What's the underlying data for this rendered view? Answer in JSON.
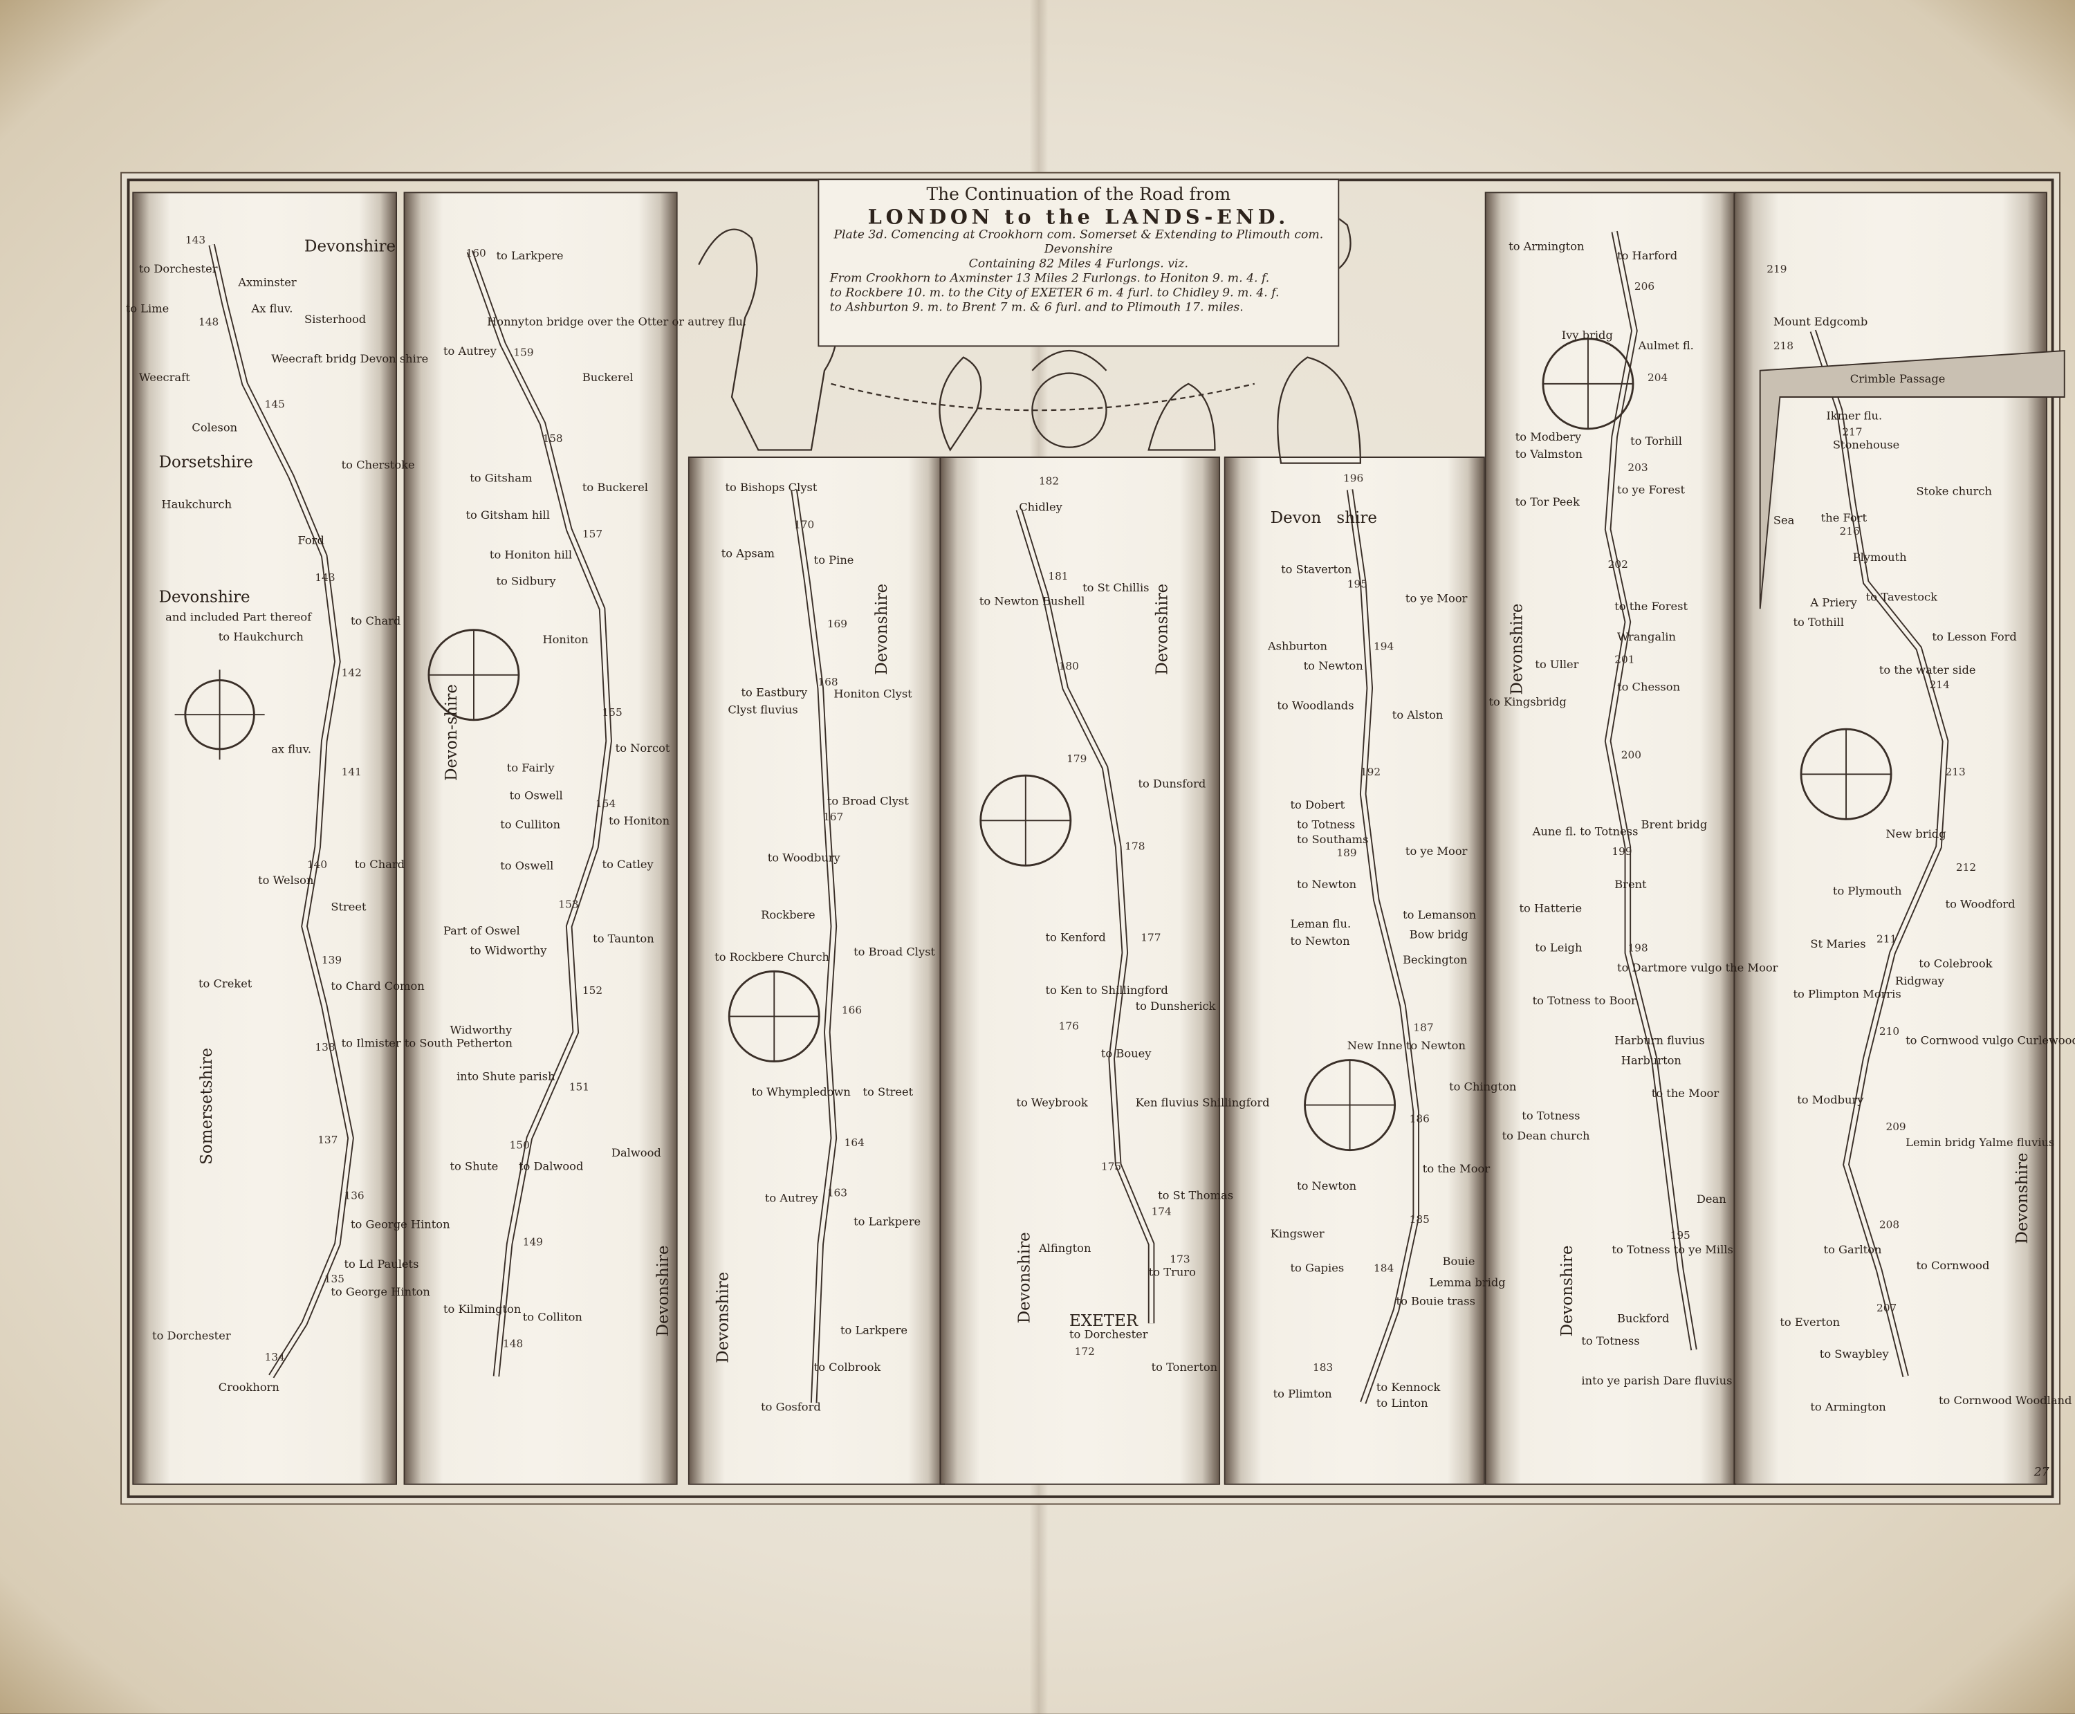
{
  "title": {
    "line1": "The Continuation of the Road from",
    "line2": "LONDON to the LANDS-END.",
    "plate": "Plate 3d. Comencing at Crookhorn com. Somerset & Extending to Plimouth com. Devonshire",
    "containing": "Containing 82 Miles 4 Furlongs. viz.",
    "itinerary": [
      "From Crookhorn to Axminster 13 Miles 2 Furlongs. to Honiton 9. m. 4. f.",
      "to Rockbere 10. m. to the City of EXETER 6 m. 4 furl. to Chidley 9. m. 4. f.",
      "to Ashburton 9. m. to Brent 7 m. & 6 furl. and to Plimouth 17. miles."
    ]
  },
  "page_number": "27",
  "colors": {
    "ink": "#3a2f28",
    "paper": "#ece7dc",
    "strip_shadow": "#6b5d51"
  },
  "strips": [
    {
      "labels": [
        "143",
        "Devonshire",
        "to Dorchester",
        "Axminster",
        "to Lime",
        "148",
        "Ax fluv.",
        "Sisterhood",
        "Weecraft bridg Devon shire",
        "Weecraft",
        "145",
        "Coleson",
        "Dorsetshire",
        "to Cherstoke",
        "Haukchurch",
        "Ford",
        "Devonshire",
        "and included Part thereof",
        "to Chard",
        "to Haukchurch",
        "143",
        "142",
        "141",
        "ax fluv.",
        "140",
        "to Chard",
        "to Welson",
        "Street",
        "139",
        "to Creket",
        "to Chard Comon",
        "138",
        "to Ilmister to South Petherton",
        "137",
        "136",
        "to George Hinton",
        "to Ld Paulets",
        "135",
        "to George Hinton",
        "to Dorchester",
        "134",
        "Crookhorn",
        "Somersetshire"
      ]
    },
    {
      "labels": [
        "160",
        "to Larkpere",
        "Honnyton bridge over the Otter or autrey flu.",
        "to Autrey",
        "159",
        "Buckerel",
        "158",
        "to Gitsham",
        "to Buckerel",
        "to Gitsham hill",
        "157",
        "to Honiton hill",
        "to Sidbury",
        "Honiton",
        "155",
        "to Norcot",
        "to Fairly",
        "to Oswell",
        "154",
        "to Honiton",
        "to Culliton",
        "to Catley",
        "to Oswell",
        "153",
        "Part of Oswel",
        "to Widworthy",
        "to Taunton",
        "152",
        "Widworthy",
        "into Shute parish",
        "151",
        "150",
        "to Shute",
        "to Dalwood",
        "Dalwood",
        "149",
        "to Kilmington",
        "to Colliton",
        "148",
        "Devon-shire",
        "Devonshire"
      ]
    },
    {
      "labels": [
        "to Bishops Clyst",
        "170",
        "to Apsam",
        "to Pine",
        "169",
        "Devonshire",
        "to Eastbury",
        "Honiton Clyst",
        "Clyst fluvius",
        "168",
        "167",
        "to Broad Clyst",
        "to Woodbury",
        "Rockbere",
        "to Rockbere Church",
        "to Broad Clyst",
        "166",
        "to Whympledown",
        "to Street",
        "164",
        "to Autrey",
        "163",
        "to Larkpere",
        "to Larkpere",
        "to Colbrook",
        "to Gosford",
        "Devonshire"
      ]
    },
    {
      "labels": [
        "Chidley",
        "182",
        "181",
        "to Newton Bushell",
        "to St Chillis",
        "Devonshire",
        "180",
        "179",
        "to Dunsford",
        "178",
        "to Kenford",
        "177",
        "to Ken to Shillingford",
        "to Dunsherick",
        "176",
        "to Bouey",
        "to Weybrook",
        "Ken fluvius Shillingford",
        "175",
        "Alfington",
        "to St Thomas",
        "174",
        "to Truro",
        "173",
        "EXETER",
        "to Dorchester",
        "172",
        "to Tonerton",
        "Devonshire"
      ]
    },
    {
      "labels": [
        "Devon",
        "shire",
        "196",
        "to Staverton",
        "195",
        "to ye Moor",
        "Ashburton",
        "194",
        "to Newton",
        "to Woodlands",
        "to Alston",
        "192",
        "to Dobert",
        "to Totness",
        "to Southams",
        "189",
        "to ye Moor",
        "to Newton",
        "Leman flu.",
        "to Newton",
        "to Lemanson",
        "Bow bridg",
        "Beckington",
        "187",
        "New Inne to Newton",
        "to Chington",
        "186",
        "to the Moor",
        "to Newton",
        "185",
        "Kingswer",
        "Bouie",
        "to Gapies",
        "184",
        "Lemma bridg",
        "to Bouie trass",
        "183",
        "to Kennock",
        "to Linton",
        "to Plimton"
      ]
    },
    {
      "labels": [
        "to Armington",
        "to Harford",
        "206",
        "Ivy bridg",
        "Aulmet fl.",
        "204",
        "to Modbery",
        "to Valmston",
        "to Torhill",
        "203",
        "to ye Forest",
        "to Tor Peek",
        "202",
        "Devonshire",
        "to the Forest",
        "Wrangalin",
        "201",
        "to Uller",
        "to Kingsbridg",
        "to Chesson",
        "200",
        "Aune fl. to Totness",
        "Brent bridg",
        "199",
        "Brent",
        "to Hatterie",
        "to Leigh",
        "198",
        "to Dartmore vulgo the Moor",
        "to Totness to Boor",
        "Harburn fluvius",
        "Harburton",
        "to the Moor",
        "to Totness",
        "to Dean church",
        "Dean",
        "Devonshire",
        "to Totness to ye Mills",
        "195",
        "Buckford",
        "to Totness",
        "into ye parish Dare fluvius"
      ]
    },
    {
      "labels": [
        "219",
        "Mount Edgcomb",
        "218",
        "Crimble Passage",
        "Ikmer flu.",
        "Stonehouse",
        "217",
        "Sea",
        "Stoke church",
        "the Fort",
        "216",
        "Plymouth",
        "A Priery",
        "to Tavestock",
        "to Tothill",
        "to Lesson Ford",
        "to the water side",
        "214",
        "213",
        "New bridg",
        "212",
        "to Plymouth",
        "to Woodford",
        "St Maries",
        "211",
        "to Colebrook",
        "Ridgway",
        "to Plimpton Morris",
        "210",
        "to Cornwood vulgo Curlewood",
        "to Modbury",
        "209",
        "Devonshire",
        "Lemin bridg Yalme fluvius",
        "208",
        "to Garlton",
        "to Cornwood",
        "to Everton",
        "207",
        "to Swaybley",
        "to Armington",
        "to Cornwood Woodland"
      ]
    }
  ]
}
